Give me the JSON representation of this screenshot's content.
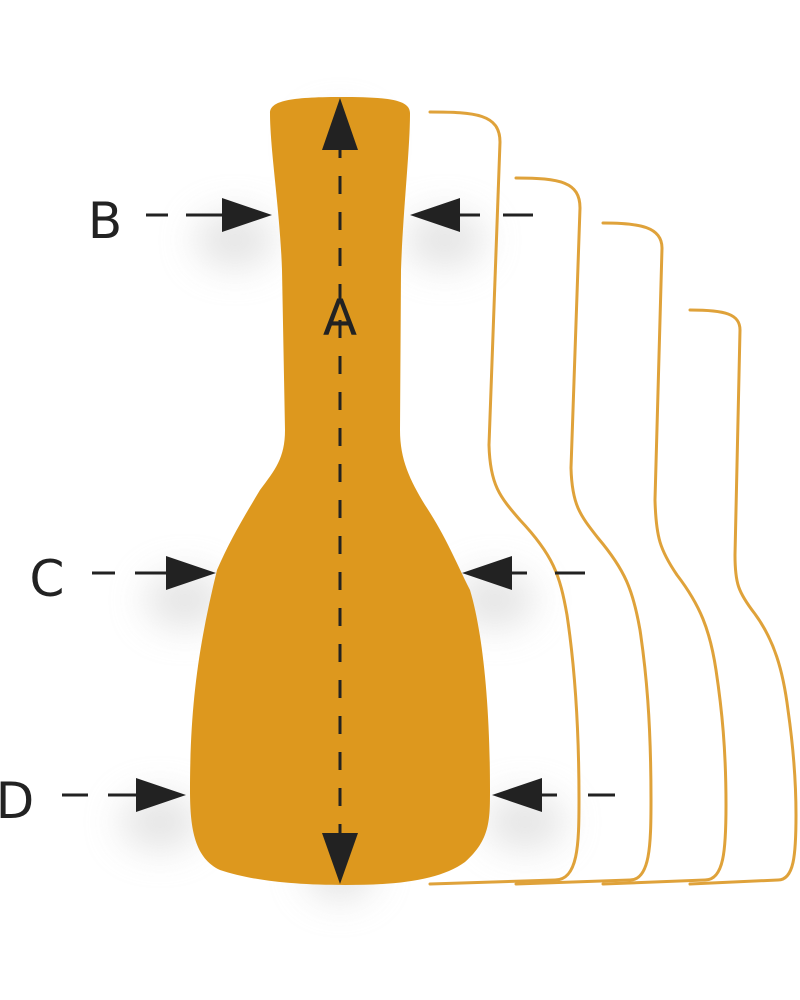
{
  "labels": {
    "a": "A",
    "b": "B",
    "c": "C",
    "d": "D"
  },
  "colors": {
    "body_fill": "#DD981E",
    "outline_stroke": "#DFA23A",
    "arrow": "#222222",
    "background": "#ffffff"
  }
}
